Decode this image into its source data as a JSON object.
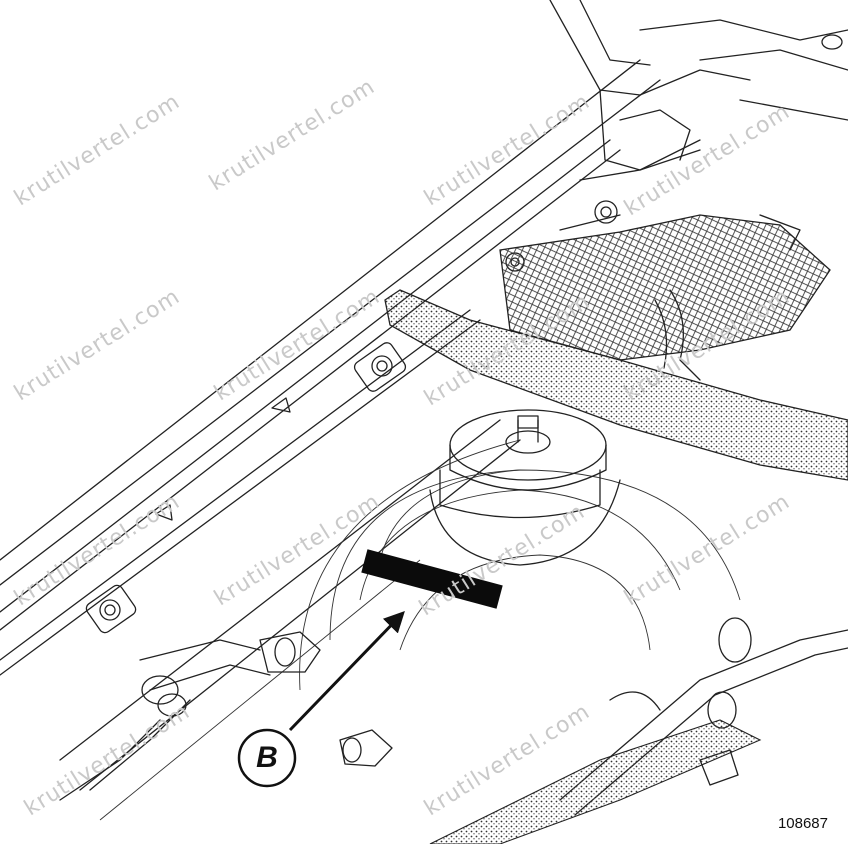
{
  "watermark": {
    "text": "krutilvertel.com"
  },
  "callout": {
    "label": "B"
  },
  "figure": {
    "number": "108687"
  }
}
